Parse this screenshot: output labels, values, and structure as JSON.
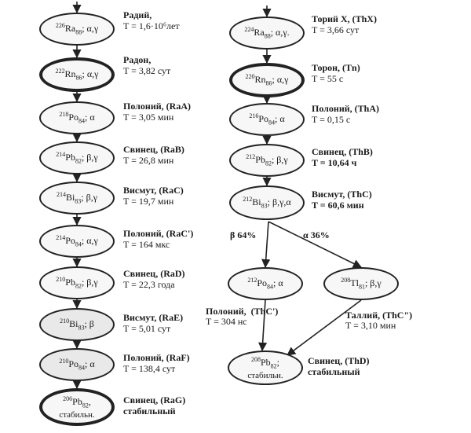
{
  "left_chain": [
    {
      "mass": "226",
      "sym": "Ra",
      "z": "88",
      "decay": "α,γ",
      "name": "Радий,",
      "half_life": "T = 1,6·10⁶лет"
    },
    {
      "mass": "222",
      "sym": "Rn",
      "z": "86",
      "decay": "α,γ",
      "name": "Радон,",
      "half_life": "T = 3,82 сут"
    },
    {
      "mass": "218",
      "sym": "Po",
      "z": "84",
      "decay": "α",
      "name": "Полоний, (RaA)",
      "half_life": "T = 3,05 мин"
    },
    {
      "mass": "214",
      "sym": "Pb",
      "z": "82",
      "decay": "β,γ",
      "name": "Свинец, (RaB)",
      "half_life": "T = 26,8 мин"
    },
    {
      "mass": "214",
      "sym": "Bi",
      "z": "83",
      "decay": "β,γ",
      "name": "Висмут, (RaC)",
      "half_life": "T = 19,7 мин"
    },
    {
      "mass": "214",
      "sym": "Po",
      "z": "84",
      "decay": "α,γ",
      "name": "Полоний, (RaC')",
      "half_life": "T = 164 мкс"
    },
    {
      "mass": "210",
      "sym": "Pb",
      "z": "82",
      "decay": "β,γ",
      "name": "Свинец, (RaD)",
      "half_life": "T = 22,3 года"
    },
    {
      "mass": "210",
      "sym": "Bi",
      "z": "83",
      "decay": "β",
      "name": "Висмут, (RaE)",
      "half_life": "T = 5,01 сут"
    },
    {
      "mass": "210",
      "sym": "Po",
      "z": "84",
      "decay": "α",
      "name": "Полоний, (RaF)",
      "half_life": "T = 138,4 сут"
    },
    {
      "mass": "206",
      "sym": "Pb",
      "z": "82",
      "decay": "стабильн.",
      "name": "Свинец, (RaG)",
      "half_life": "стабильный"
    }
  ],
  "right_chain": [
    {
      "mass": "224",
      "sym": "Ra",
      "z": "88",
      "decay": "α,γ.",
      "name": "Торий X, (ThX)",
      "half_life": "T = 3,66 сут"
    },
    {
      "mass": "220",
      "sym": "Rn",
      "z": "86",
      "decay": "α,γ",
      "name": "Торон, (Tn)",
      "half_life": "T = 55 с"
    },
    {
      "mass": "216",
      "sym": "Po",
      "z": "84",
      "decay": "α",
      "name": "Полоний, (ThA)",
      "half_life": "T = 0,15 с"
    },
    {
      "mass": "212",
      "sym": "Pb",
      "z": "82",
      "decay": "β,γ",
      "name": "Свинец, (ThB)",
      "half_life": "T = 10,64 ч"
    },
    {
      "mass": "212",
      "sym": "Bi",
      "z": "83",
      "decay": "β,γ,α",
      "name": "Висмут, (ThC)",
      "half_life": "T = 60,6 мин"
    }
  ],
  "branches": {
    "left_label": "β 64%",
    "right_label": "α 36%",
    "po": {
      "mass": "212",
      "sym": "Po",
      "z": "84",
      "decay": "α",
      "name": "Полоний,",
      "code": "(ThC')",
      "half_life": "T = 304 нс"
    },
    "tl": {
      "mass": "208",
      "sym": "Tl",
      "z": "81",
      "decay": "β,γ",
      "name": "Таллий, (ThC\")",
      "half_life": "T = 3,10 мин"
    },
    "end": {
      "mass": "208",
      "sym": "Pb",
      "z": "82",
      "decay": "стабильн.",
      "name": "Свинец, (ThD)",
      "half_life": "стабильный"
    }
  },
  "colors": {
    "stroke": "#222222",
    "fill": "#f7f7f7",
    "shade": "#e9e9e9"
  }
}
